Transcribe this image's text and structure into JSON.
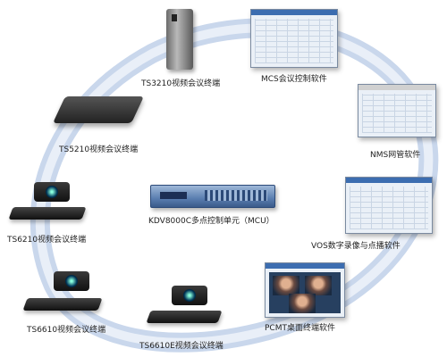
{
  "nodes": {
    "ts3210": "TS3210视频会议终端",
    "mcs": "MCS会议控制软件",
    "ts5210": "TS5210视频会议终端",
    "nms": "NMS网管软件",
    "mcu": "KDV8000C多点控制单元（MCU）",
    "ts6210": "TS6210视频会议终端",
    "vos": "VOS数字录像与点播软件",
    "pcmt": "PCMT桌面终端软件",
    "ts6610": "TS6610视频会议终端",
    "ts6610e": "TS6610E视频会议终端"
  },
  "colors": {
    "ring": "#c9d7ec",
    "ring_edge": "#a9bcd9",
    "screen_bar": "#3c6db0"
  }
}
